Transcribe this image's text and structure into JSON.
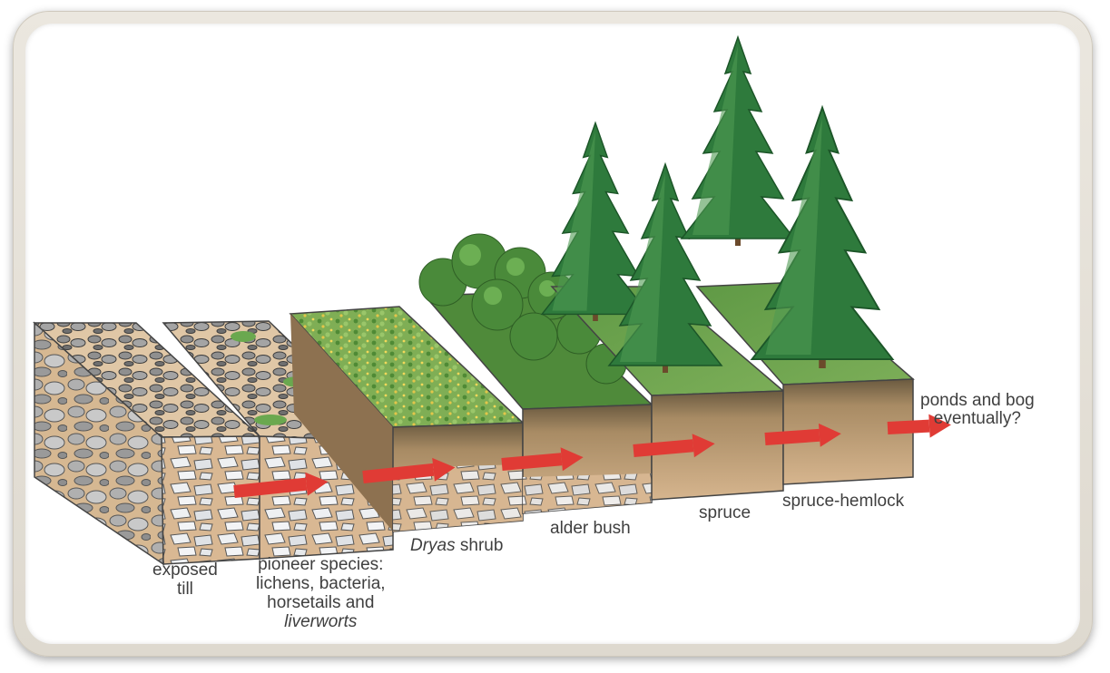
{
  "labels": {
    "exposed_till": [
      "exposed",
      "till"
    ],
    "pioneer": [
      "pioneer species:",
      "lichens, bacteria,",
      "horsetails and",
      "liverworts"
    ],
    "dryas_italic": "Dryas",
    "dryas_rest": " shrub",
    "alder": "alder bush",
    "spruce": "spruce",
    "spruce_hemlock": "spruce-hemlock",
    "ponds": [
      "ponds and bog",
      "eventually?"
    ]
  },
  "colors": {
    "arrow": "#e03b35",
    "soil_tan": "#d8b48d",
    "rock_gray": "#a9a9a9",
    "grass_green": "#6fa04a",
    "tree_green": "#2f7a3e",
    "frame": "#e4e0d8"
  }
}
